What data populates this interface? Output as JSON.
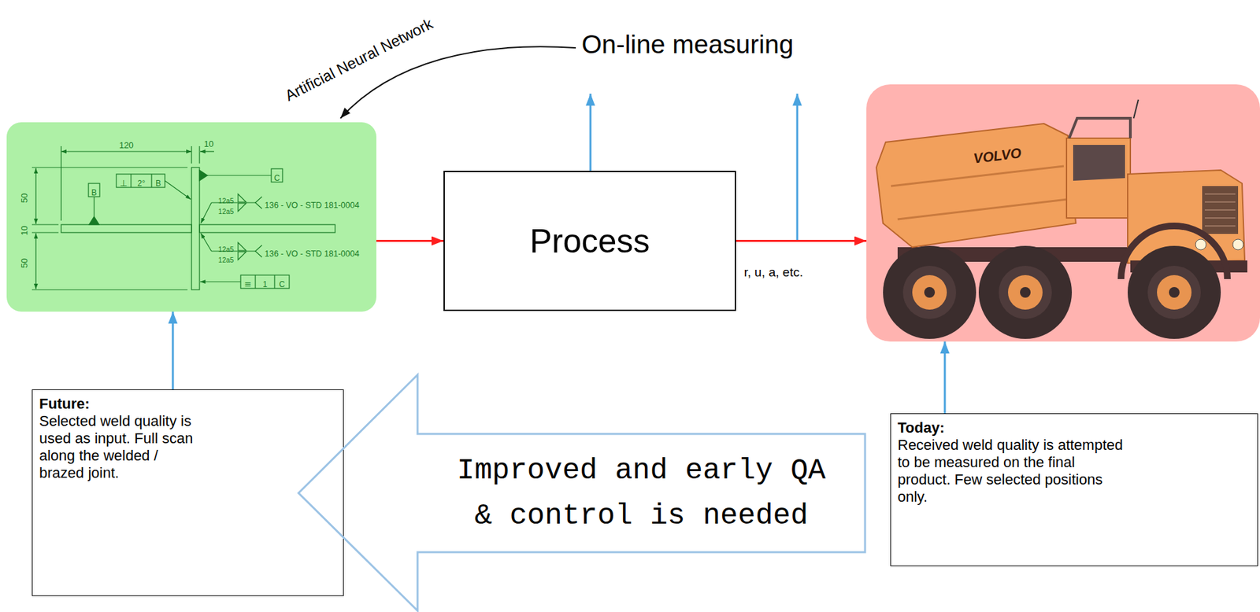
{
  "diagram": {
    "nodes": [
      {
        "text": [
          "120",
          "10",
          "50",
          "10",
          "50",
          "B",
          "⊥",
          "2°",
          "B",
          "C",
          "12a5",
          "12a5",
          "136 - VO - STD 181-0004",
          "12a5",
          "12a5",
          "136 - VO - STD 181-0004",
          "≡",
          "1",
          "C"
        ]
      },
      {
        "text": [
          "Process"
        ]
      },
      {
        "text": [
          "VOLVO"
        ]
      },
      {
        "text": [
          "Future:",
          "Selected weld quality is used as input. Full scan along the welded / brazed joint."
        ]
      },
      {
        "text": [
          "Improved and early QA & control is needed"
        ]
      },
      {
        "text": [
          "Today:",
          "Received weld quality is attempted to be measured on the final product. Few selected positions only."
        ]
      }
    ],
    "edges": [
      {
        "from": 0,
        "to": 1,
        "arrow": "to"
      },
      {
        "from": 1,
        "to": 2,
        "arrow": "to",
        "label": "r, u, a, etc."
      },
      {
        "from": 3,
        "to": 0,
        "arrow": "to"
      },
      {
        "from": 5,
        "to": 2,
        "arrow": "to"
      }
    ],
    "labels": [
      "On-line measuring",
      "Artificial Neural Network"
    ]
  }
}
